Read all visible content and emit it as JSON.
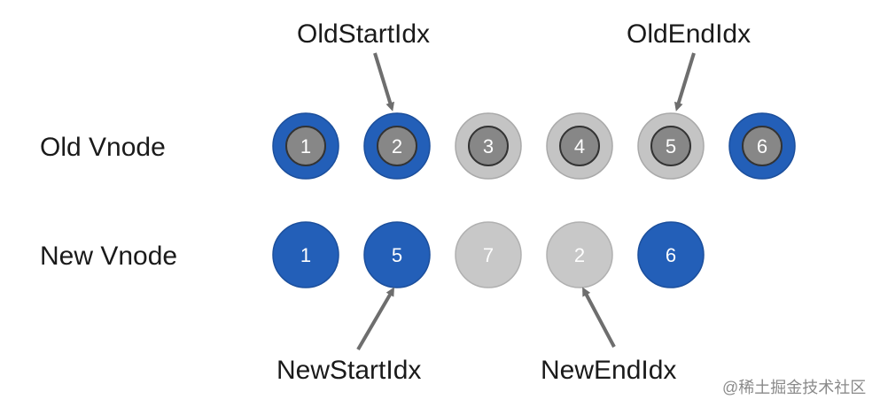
{
  "rows": {
    "old_label": "Old Vnode",
    "new_label": "New Vnode"
  },
  "old_vnodes": [
    {
      "label": "1",
      "ring": "blue"
    },
    {
      "label": "2",
      "ring": "blue"
    },
    {
      "label": "3",
      "ring": "gray"
    },
    {
      "label": "4",
      "ring": "gray"
    },
    {
      "label": "5",
      "ring": "gray"
    },
    {
      "label": "6",
      "ring": "blue"
    }
  ],
  "new_vnodes": [
    {
      "label": "1",
      "fill": "blue"
    },
    {
      "label": "5",
      "fill": "blue"
    },
    {
      "label": "7",
      "fill": "gray"
    },
    {
      "label": "2",
      "fill": "gray"
    },
    {
      "label": "6",
      "fill": "blue"
    }
  ],
  "pointers": {
    "old_start": "OldStartIdx",
    "old_end": "OldEndIdx",
    "new_start": "NewStartIdx",
    "new_end": "NewEndIdx"
  },
  "watermark": "@稀土掘金技术社区",
  "colors": {
    "blue": "#235fb8",
    "gray_ring": "#c4c4c4",
    "inner": "#878787",
    "gray_fill": "#c8c8c8",
    "arrow": "#6e6e6e"
  }
}
